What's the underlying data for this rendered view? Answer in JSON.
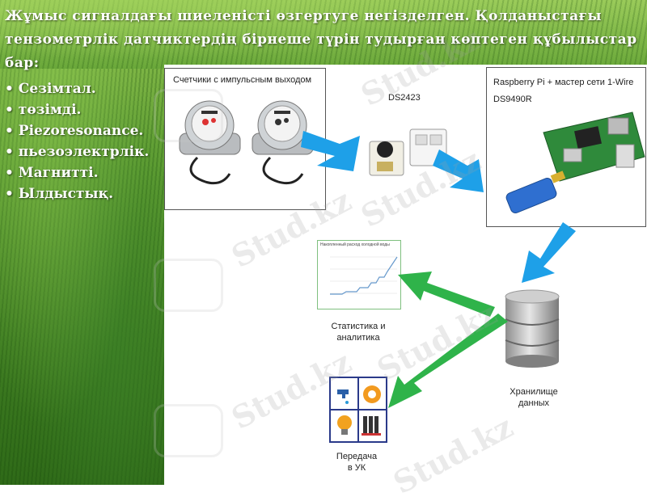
{
  "heading": "Жұмыс сигналдағы шиеленісті өзгертуге негізделген. Қолданыстағы тензометрлік датчиктердің бірнеше түрін тудырған көптеген құбылыстар бар:",
  "bullets": [
    "Сезімтал.",
    "төзімді.",
    "Piezoresonance.",
    "пьезоэлектрлік.",
    "Магнитті.",
    "Ылдыстық."
  ],
  "diagram": {
    "meters_label": "Счетчики с импульсным выходом",
    "ds2423_label": "DS2423",
    "raspberry_label_1": "Raspberry Pi + мастер сети 1-Wire",
    "raspberry_label_2": "DS9490R",
    "chart_title": "Накопленный расход холодной воды",
    "stats_label_1": "Статистика и",
    "stats_label_2": "аналитика",
    "storage_label_1": "Хранилище",
    "storage_label_2": "данных",
    "transfer_label_1": "Передача",
    "transfer_label_2": "в УК"
  },
  "watermark": "Stud.kz",
  "colors": {
    "arrow_blue": "#1ea0e8",
    "arrow_green": "#2fb34a",
    "text_white": "#ffffff"
  }
}
